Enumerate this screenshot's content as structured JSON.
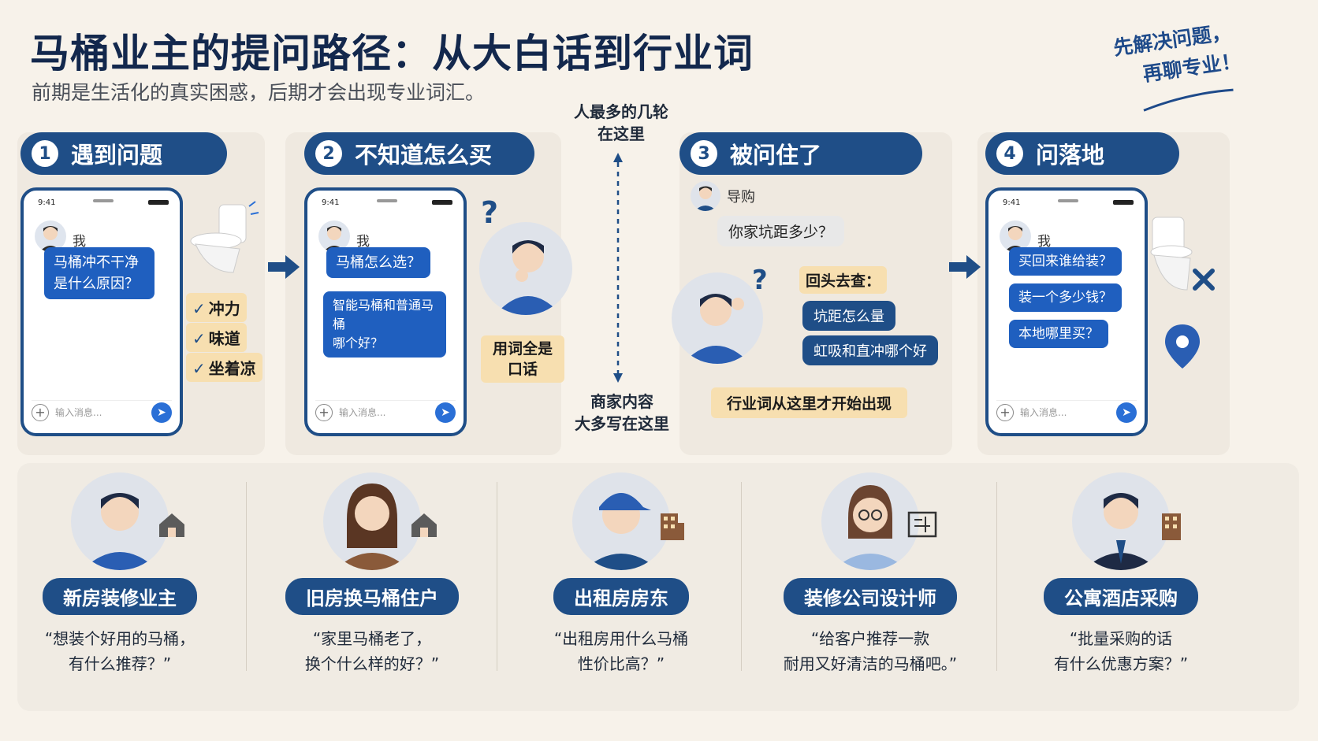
{
  "header": {
    "title": "马桶业主的提问路径：从大白话到行业词",
    "subtitle": "前期是生活化的真实困惑，后期才会出现专业词汇。",
    "slogan_line1": "先解决问题，",
    "slogan_line2": "再聊专业！"
  },
  "steps": [
    {
      "num": "1",
      "label": "遇到问题"
    },
    {
      "num": "2",
      "label": "不知道怎么买"
    },
    {
      "num": "3",
      "label": "被问住了"
    },
    {
      "num": "4",
      "label": "问落地"
    }
  ],
  "phone": {
    "time": "9:41",
    "me": "我",
    "input_placeholder": "输入消息...",
    "plus": "+",
    "send": "➤"
  },
  "step1": {
    "question": "马桶冲不干净是什么原因？",
    "q_line1": "马桶冲不干净",
    "q_line2": "是什么原因？",
    "tags": [
      "冲力",
      "味道",
      "坐着凉"
    ],
    "check": "✓"
  },
  "step2": {
    "q1": "马桶怎么选？",
    "q2_line1": "智能马桶和普通马桶",
    "q2_line2": "哪个好？",
    "note_line1": "用词全是",
    "note_line2": "口话",
    "qmark": "?"
  },
  "middle": {
    "top_line1": "人最多的几轮",
    "top_line2": "在这里",
    "bottom_line1": "商家内容",
    "bottom_line2": "大多写在这里"
  },
  "step3": {
    "guide_name": "导购",
    "guide_q": "你家坑距多少？",
    "lookup_label": "回头去查：",
    "terms": [
      "坑距怎么量",
      "虹吸和直冲哪个好"
    ],
    "industry_note": "行业词从这里才开始出现",
    "qmark": "?"
  },
  "step4": {
    "questions": [
      "买回来谁给装？",
      "装一个多少钱？",
      "本地哪里买？"
    ]
  },
  "personas": [
    {
      "name": "新房装修业主",
      "quote_line1": "“想装个好用的马桶，",
      "quote_line2": "有什么推荐？”",
      "icon": "house-icon"
    },
    {
      "name": "旧房换马桶住户",
      "quote_line1": "“家里马桶老了，",
      "quote_line2": "换个什么样的好？”",
      "icon": "house-icon"
    },
    {
      "name": "出租房房东",
      "quote_line1": "“出租房用什么马桶",
      "quote_line2": "性价比高？”",
      "icon": "building-icon"
    },
    {
      "name": "装修公司设计师",
      "quote_line1": "“给客户推荐一款",
      "quote_line2": "耐用又好清洁的马桶吧。”",
      "icon": "blueprint-icon"
    },
    {
      "name": "公寓酒店采购",
      "quote_line1": "“批量采购的话",
      "quote_line2": "有什么优惠方案？”",
      "icon": "hotel-icon"
    }
  ],
  "colors": {
    "primary": "#1f4e87",
    "bubble": "#1f5fbf",
    "tag": "#f7dfb0",
    "background": "#f7f2ea"
  }
}
